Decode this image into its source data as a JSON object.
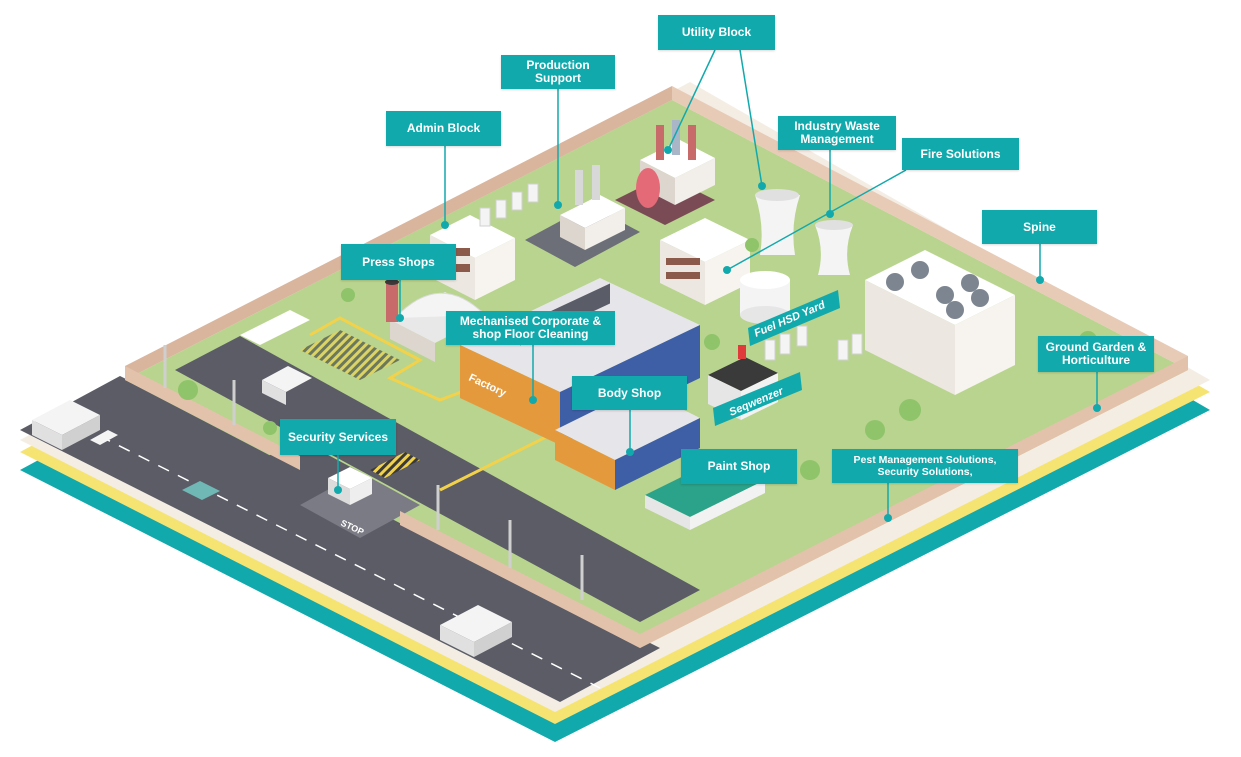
{
  "labels": {
    "utility_block": "Utility Block",
    "production_support": "Production\nSupport",
    "admin_block": "Admin Block",
    "industry_waste": "Industry Waste\nManagement",
    "fire_solutions": "Fire Solutions",
    "press_shops": "Press Shops",
    "spine": "Spine",
    "mechanised": "Mechanised Corporate &\nshop Floor Cleaning",
    "ground_garden": "Ground Garden &\nHorticulture",
    "body_shop": "Body Shop",
    "security_services": "Security Services",
    "paint_shop": "Paint Shop",
    "pest_management": "Pest Management Solutions,\nSecurity Solutions,"
  },
  "signs": {
    "fuel_hsd_yard": "Fuel HSD Yard",
    "seqwenzer": "Seqwenzer",
    "factory_sign": "Factory",
    "stop": "STOP"
  },
  "colors": {
    "label_bg": "#12a9ad",
    "ground": "#b8d48e",
    "wall": "#e3c2ac",
    "road": "#5b5c66",
    "base_yellow": "#f6e472",
    "base_teal": "#12a9ad"
  }
}
